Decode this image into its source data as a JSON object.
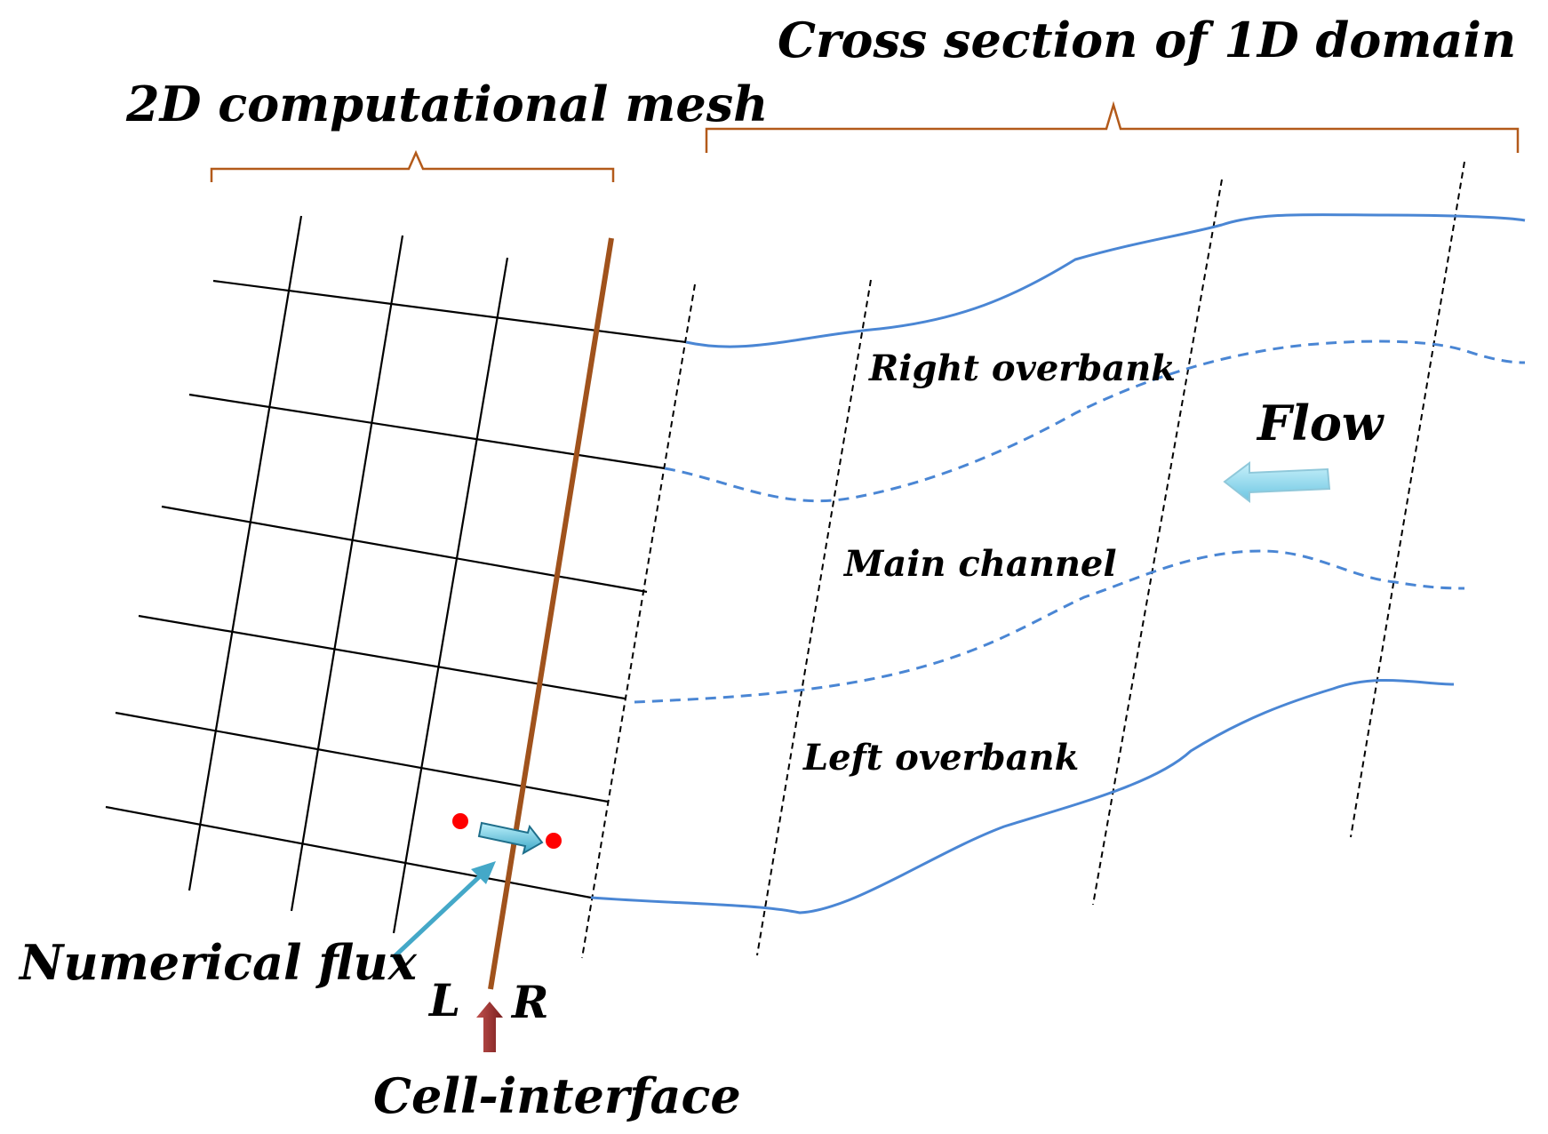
{
  "labels": {
    "mesh_2d": "2D computational mesh",
    "cross_section_1d": "Cross section of 1D domain",
    "right_overbank": "Right overbank",
    "main_channel": "Main channel",
    "left_overbank": "Left overbank",
    "flow": "Flow",
    "numerical_flux": "Numerical flux",
    "cell_interface": "Cell-interface",
    "left_side": "L",
    "right_side": "R"
  },
  "colors": {
    "mesh_lines": "#000000",
    "brace": "#b35a1a",
    "cell_interface_line": "#a0521c",
    "river_lines": "#4a86d4",
    "flux_points": "#ff0000",
    "flow_arrow": "#7fd3ea",
    "numerical_flux_arrow": "#44a8c8",
    "interface_arrow": "#8b2a2a"
  },
  "icons": {
    "flow_arrow": "left-arrow",
    "flux_arrow": "right-arrow",
    "interface_pointer": "up-arrow"
  }
}
